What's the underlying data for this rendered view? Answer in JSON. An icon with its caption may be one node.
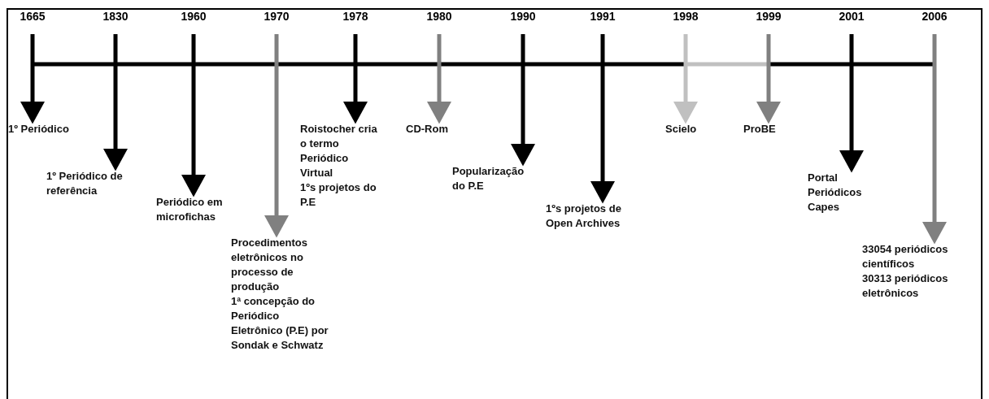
{
  "diagram": {
    "labels": [
      "1665",
      "1830",
      "1960",
      "1970",
      "1978",
      "1980",
      "1990",
      "1991",
      "1998",
      "1999",
      "2001",
      "2006"
    ],
    "nodes": [
      {
        "text": [
          "1º Periódico"
        ]
      },
      {
        "text": [
          "1º Periódico de referência"
        ]
      },
      {
        "text": [
          "Periódico em microfichas"
        ]
      },
      {
        "text": [
          "Procedimentos eletrônicos no processo de produção",
          "1ª concepção do Periódico Eletrônico (P.E) por Sondak e Schwatz"
        ]
      },
      {
        "text": [
          "Roistocher cria o termo Periódico Virtual",
          "1ºs projetos do P.E"
        ]
      },
      {
        "text": [
          "CD-Rom"
        ]
      },
      {
        "text": [
          "Popularização do P.E"
        ]
      },
      {
        "text": [
          "1ºs projetos de Open Archives"
        ]
      },
      {
        "text": [
          "Scielo"
        ]
      },
      {
        "text": [
          "ProBE"
        ]
      },
      {
        "text": [
          "Portal Periódicos Capes"
        ]
      },
      {
        "text": [
          "33054 periódicos científicos",
          "30313 periódicos eletrônicos"
        ]
      }
    ],
    "edges": [
      {
        "from": null,
        "to": 0,
        "arrow": "to"
      },
      {
        "from": null,
        "to": 1,
        "arrow": "to"
      },
      {
        "from": null,
        "to": 2,
        "arrow": "to"
      },
      {
        "from": null,
        "to": 3,
        "arrow": "to",
        "color": "#808080"
      },
      {
        "from": null,
        "to": 4,
        "arrow": "to"
      },
      {
        "from": null,
        "to": 5,
        "arrow": "to",
        "color": "#808080"
      },
      {
        "from": null,
        "to": 6,
        "arrow": "to"
      },
      {
        "from": null,
        "to": 7,
        "arrow": "to"
      },
      {
        "from": null,
        "to": 8,
        "arrow": "to",
        "color": "#c0c0c0"
      },
      {
        "from": null,
        "to": 9,
        "arrow": "to",
        "color": "#808080"
      },
      {
        "from": null,
        "to": 10,
        "arrow": "to"
      },
      {
        "from": null,
        "to": 11,
        "arrow": "to",
        "color": "#808080"
      }
    ]
  }
}
